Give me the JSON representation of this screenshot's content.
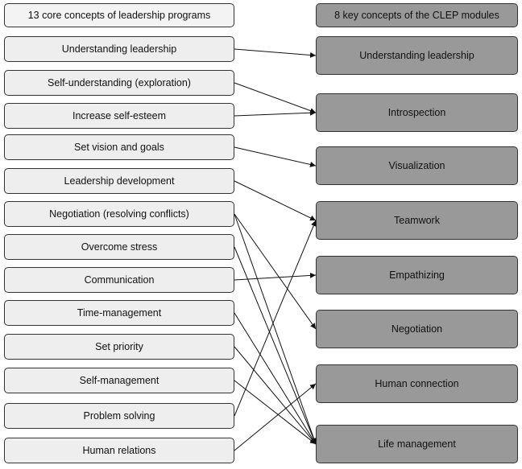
{
  "left_header": "13 core concepts of leadership programs",
  "right_header": "8 key concepts of the CLEP modules",
  "left_items": [
    "Understanding leadership",
    "Self-understanding (exploration)",
    "Increase self-esteem",
    "Set vision and goals",
    "Leadership development",
    "Negotiation (resolving conflicts)",
    "Overcome stress",
    "Communication",
    "Time-management",
    "Set priority",
    "Self-management",
    "Problem solving",
    "Human relations"
  ],
  "right_items": [
    "Understanding leadership",
    "Introspection",
    "Visualization",
    "Teamwork",
    "Empathizing",
    "Negotiation",
    "Human connection",
    "Life management"
  ],
  "links": [
    {
      "from": 0,
      "to": 0
    },
    {
      "from": 1,
      "to": 1
    },
    {
      "from": 2,
      "to": 1
    },
    {
      "from": 3,
      "to": 2
    },
    {
      "from": 4,
      "to": 3
    },
    {
      "from": 5,
      "to": 5
    },
    {
      "from": 5,
      "to": 7
    },
    {
      "from": 6,
      "to": 7
    },
    {
      "from": 7,
      "to": 4
    },
    {
      "from": 8,
      "to": 7
    },
    {
      "from": 9,
      "to": 7
    },
    {
      "from": 10,
      "to": 7
    },
    {
      "from": 11,
      "to": 3
    },
    {
      "from": 12,
      "to": 6
    }
  ],
  "colors": {
    "left_fill": "#eeeeee",
    "right_fill": "#999999",
    "border": "#333333",
    "arrow": "#111111"
  }
}
